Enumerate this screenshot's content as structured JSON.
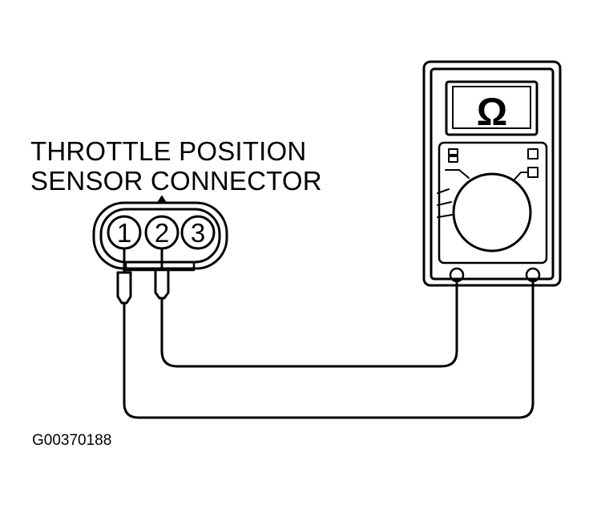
{
  "diagram": {
    "title_lines": [
      "THROTTLE POSITION",
      "SENSOR CONNECTOR"
    ],
    "terminals": [
      "1",
      "2",
      "3"
    ],
    "meter_display": "Ω",
    "figure_id": "G00370188"
  },
  "colors": {
    "ink": "#000000",
    "background": "#ffffff"
  }
}
